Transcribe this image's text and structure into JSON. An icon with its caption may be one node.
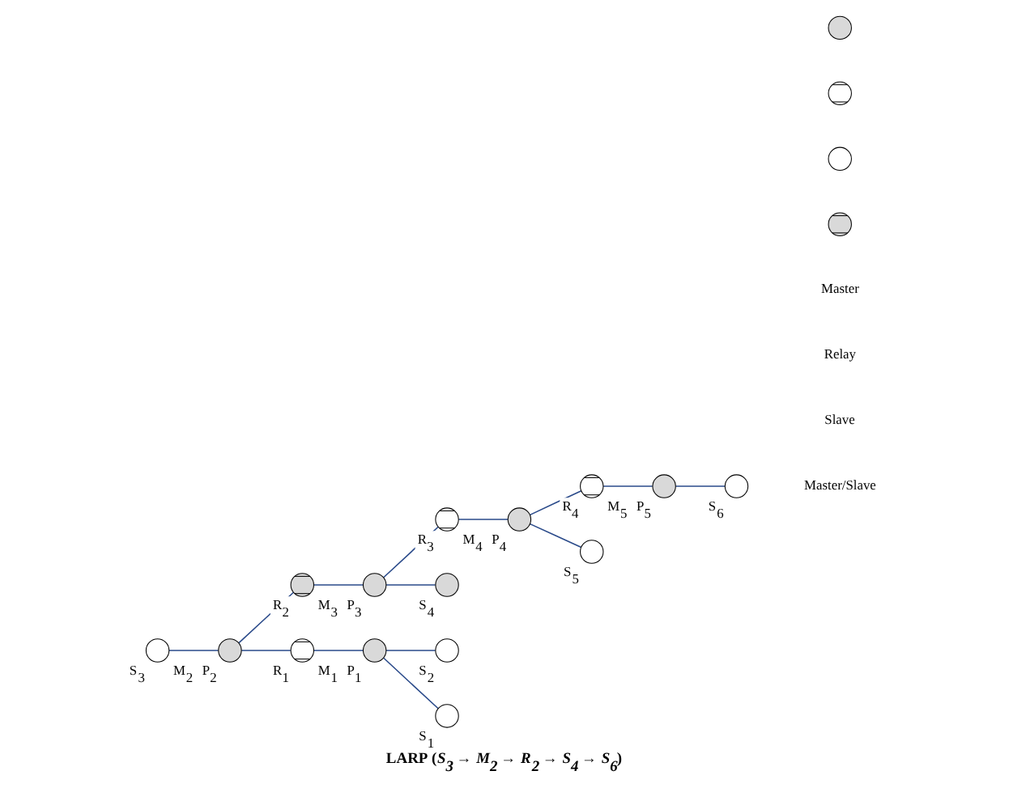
{
  "diagram": {
    "caption": "LARP (*S$_{3}$* → *M$_{2}$* → *R$_{2}$* → *S$_{4}$* → *S$_{6}$*)",
    "nodes": [
      {
        "text": [
          "M$_{2}$"
        ],
        "beside": [
          "P$_{2}$"
        ]
      },
      {
        "text": [
          "R$_{2}$"
        ]
      },
      {
        "text": [
          "M$_{3}$"
        ],
        "beside": [
          "P$_{3}$"
        ]
      },
      {
        "text": [
          "R$_{1}$"
        ]
      },
      {
        "text": [
          "S$_{3}$"
        ]
      },
      {
        "text": [
          "R$_{3}$"
        ]
      },
      {
        "text": [
          "S$_{4}$"
        ]
      },
      {
        "text": [
          "M$_{4}$"
        ],
        "beside": [
          "P$_{4}$"
        ]
      },
      {
        "text": [
          "S$_{2}$"
        ]
      },
      {
        "text": [
          "R$_{4}$"
        ]
      },
      {
        "text": [
          "M$_{1}$"
        ],
        "beside": [
          "P$_{1}$"
        ]
      },
      {
        "text": [
          "S$_{6}$"
        ]
      },
      {
        "text": [
          "M$_{5}$"
        ],
        "beside": [
          "P$_{5}$"
        ]
      },
      {
        "text": [
          "S$_{5}$"
        ]
      },
      {
        "text": [
          "S$_{1}$"
        ]
      },
      {
        "text": [],
        "shape": "circle"
      },
      {
        "text": [],
        "shape": "circle"
      },
      {
        "text": [],
        "shape": "circle"
      },
      {
        "text": [],
        "shape": "circle"
      }
    ],
    "edges": [
      {
        "from": 4,
        "to": 0,
        "arrow": "none"
      },
      {
        "from": 0,
        "to": 3,
        "arrow": "none"
      },
      {
        "from": 3,
        "to": 10,
        "arrow": "none"
      },
      {
        "from": 10,
        "to": 8,
        "arrow": "none"
      },
      {
        "from": 10,
        "to": 14,
        "arrow": "none"
      },
      {
        "from": 0,
        "to": 1,
        "arrow": "none"
      },
      {
        "from": 1,
        "to": 2,
        "arrow": "none"
      },
      {
        "from": 2,
        "to": 6,
        "arrow": "none"
      },
      {
        "from": 2,
        "to": 5,
        "arrow": "none"
      },
      {
        "from": 5,
        "to": 7,
        "arrow": "none"
      },
      {
        "from": 7,
        "to": 13,
        "arrow": "none"
      },
      {
        "from": 7,
        "to": 9,
        "arrow": "none"
      },
      {
        "from": 9,
        "to": 12,
        "arrow": "none"
      },
      {
        "from": 12,
        "to": 11,
        "arrow": "none"
      }
    ],
    "legend": [
      {
        "text": "Master"
      },
      {
        "text": "Relay"
      },
      {
        "text": "Slave"
      },
      {
        "text": "Master/Slave"
      }
    ]
  }
}
